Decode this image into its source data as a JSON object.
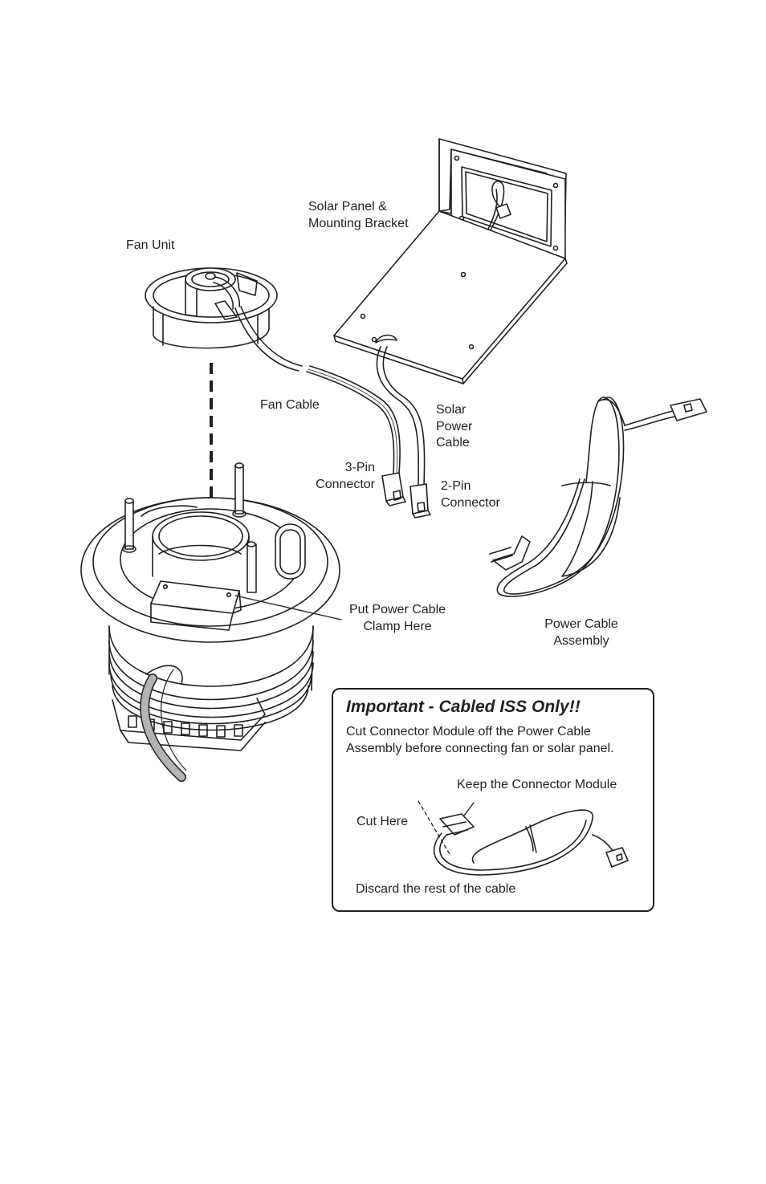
{
  "labels": {
    "solar_panel": "Solar Panel &\nMounting Bracket",
    "fan_unit": "Fan Unit",
    "fan_cable": "Fan Cable",
    "solar_power_cable": "Solar\nPower\nCable",
    "three_pin": "3-Pin\nConnector",
    "two_pin": "2-Pin\nConnector",
    "clamp": "Put Power Cable\nClamp Here",
    "power_cable_assembly": "Power Cable\nAssembly"
  },
  "important_box": {
    "title": "Important - Cabled ISS Only!!",
    "body": "Cut Connector Module off the Power Cable\nAssembly before connecting fan or solar panel.",
    "keep_label": "Keep the Connector Module",
    "cut_label": "Cut Here",
    "discard_label": "Discard the rest of the cable"
  },
  "colors": {
    "ink": "#231f20",
    "cable_gray": "#b3b3b3",
    "background": "#ffffff"
  }
}
